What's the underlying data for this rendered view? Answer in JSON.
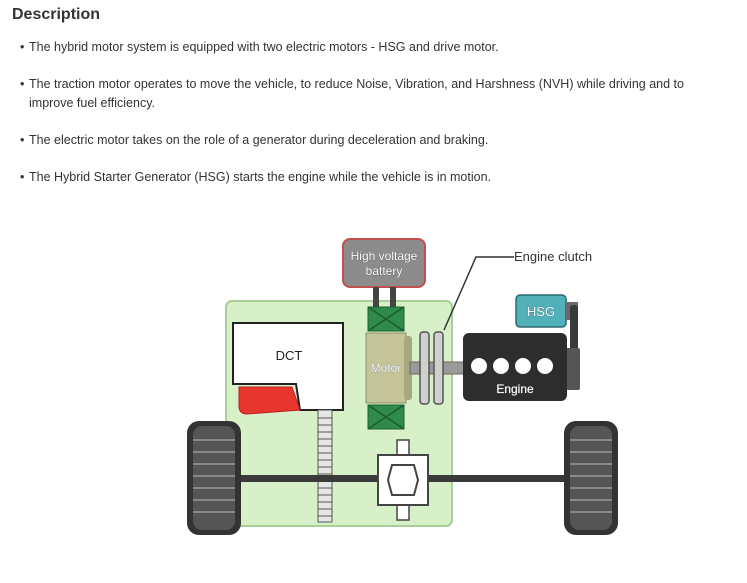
{
  "heading": "Description",
  "bullets": [
    "The hybrid motor system is equipped with two electric motors - HSG and drive motor.",
    "The traction motor operates to move the vehicle, to reduce Noise, Vibration, and Harshness (NVH) while driving and to improve fuel efficiency.",
    "The electric motor takes on the role of a generator during deceleration and braking.",
    "The Hybrid Starter Generator (HSG) starts the engine while the vehicle is in motion."
  ],
  "diagram": {
    "battery_line1": "High voltage",
    "battery_line2": "battery",
    "engine_clutch": "Engine clutch",
    "hsg": "HSG",
    "dct": "DCT",
    "motor": "Motor",
    "engine": "Engine"
  },
  "colors": {
    "battery_fill": "#8c8c8c",
    "battery_border": "#c0504d",
    "housing_fill": "#d8f0c8",
    "housing_border": "#a8cf98",
    "coil_fill": "#2e8b4a",
    "motor_fill": "#c4c498",
    "hsg_fill": "#52b0b8",
    "engine_fill": "#2d2d2d",
    "tcu_fill": "#e8352e"
  }
}
